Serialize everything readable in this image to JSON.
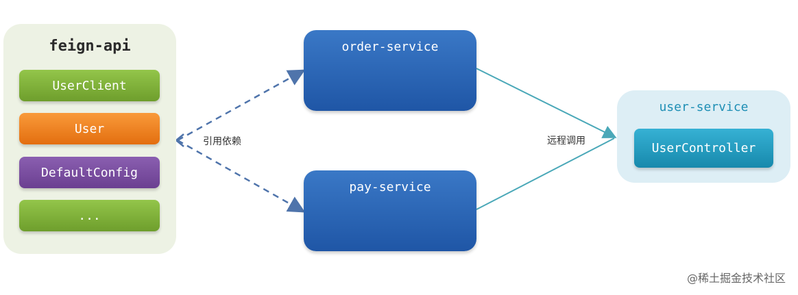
{
  "feign_api": {
    "title": "feign-api",
    "items": [
      {
        "label": "UserClient",
        "color": "#7fb03a"
      },
      {
        "label": "User",
        "color": "#f0811f"
      },
      {
        "label": "DefaultConfig",
        "color": "#7a4fa3"
      },
      {
        "label": "...",
        "color": "#7fb03a"
      }
    ]
  },
  "services": {
    "order": "order-service",
    "pay": "pay-service"
  },
  "user_service": {
    "title": "user-service",
    "controller": "UserController"
  },
  "edges": {
    "dependency_label": "引用依赖",
    "remote_call_label": "远程调用"
  },
  "watermark": "@稀土掘金技术社区",
  "colors": {
    "service_blue": "#2a63b4",
    "dashed_arrow": "#4f74ab",
    "solid_arrow": "#4aa8b8",
    "feign_panel": "#edf2e4",
    "user_panel": "#ddeef5"
  }
}
